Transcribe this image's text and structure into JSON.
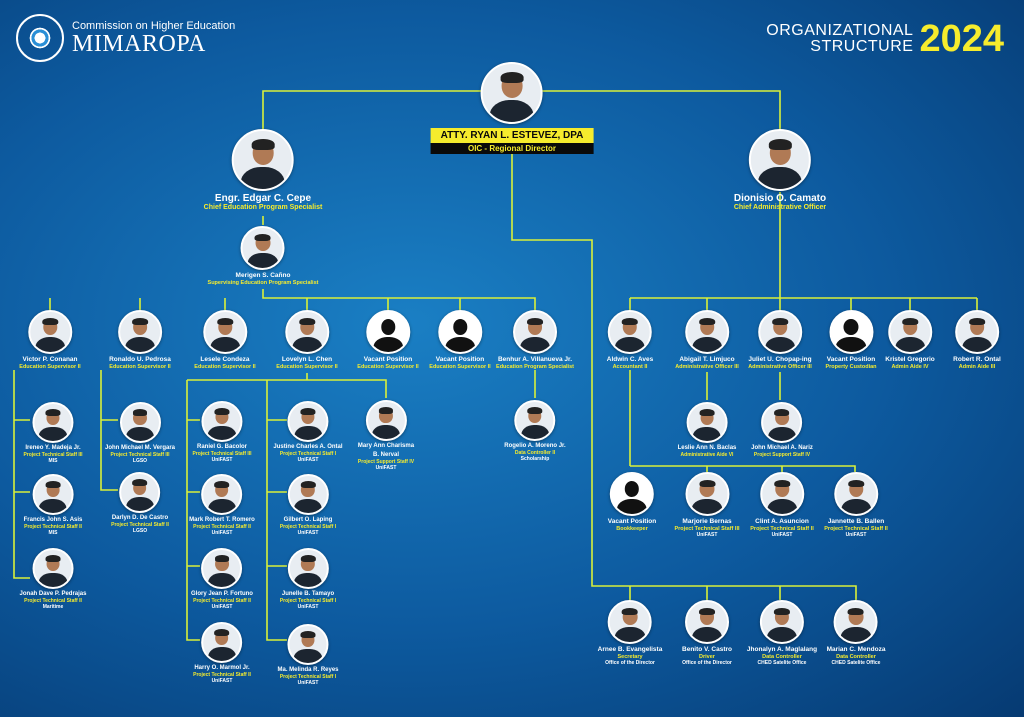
{
  "header": {
    "org_line1": "Commission on Higher Education",
    "org_line2": "MIMAROPA",
    "title_line1": "ORGANIZATIONAL",
    "title_line2": "STRUCTURE",
    "year": "2024"
  },
  "colors": {
    "background": "#0d5a9f",
    "line": "#d9f03a",
    "accent_yellow": "#f6ec2d",
    "black_band": "#0a0a0a"
  },
  "director": {
    "name": "ATTY. RYAN L. ESTEVEZ, DPA",
    "position": "OIC - Regional Director"
  },
  "heads": [
    {
      "name": "Engr. Edgar C. Cepe",
      "position": "Chief Education Program Specialist"
    },
    {
      "name": "Dionisio O. Camato",
      "position": "Chief Administrative Officer"
    }
  ],
  "supervising": {
    "name": "Merigen S. Cañno",
    "position": "Supervising Education Program Specialist"
  },
  "edu_row": [
    {
      "name": "Victor P. Conanan",
      "position": "Education Supervisor II"
    },
    {
      "name": "Ronaldo U. Pedrosa",
      "position": "Education Supervisor II"
    },
    {
      "name": "Lesele Condeza",
      "position": "Education Supervisor II"
    },
    {
      "name": "Lovelyn L. Chen",
      "position": "Education Supervisor II"
    },
    {
      "name": "Vacant Position",
      "position": "Education Supervisor II"
    },
    {
      "name": "Vacant Position",
      "position": "Education Supervisor II"
    },
    {
      "name": "Benhur A. Villanueva Jr.",
      "position": "Education Program Specialist"
    }
  ],
  "victor_staff": [
    {
      "name": "Ireneo Y. Madeja Jr.",
      "position": "Project Technical Staff III",
      "unit": "MIS"
    },
    {
      "name": "Francis John S. Asis",
      "position": "Project Technical Staff II",
      "unit": "MIS"
    },
    {
      "name": "Jonah Dave P. Pedrajas",
      "position": "Project Technical Staff II",
      "unit": "Maritime"
    }
  ],
  "ronaldo_staff": [
    {
      "name": "John Michael M. Vergara",
      "position": "Project Technical Staff III",
      "unit": "LGSO"
    },
    {
      "name": "Darlyn D. De Castro",
      "position": "Project Technical Staff II",
      "unit": "LGSO"
    }
  ],
  "unifast_col1": [
    {
      "name": "Raniel G. Bacolor",
      "position": "Project Technical Staff III",
      "unit": "UniFAST"
    },
    {
      "name": "Mark Robert T. Romero",
      "position": "Project Technical Staff II",
      "unit": "UniFAST"
    },
    {
      "name": "Glory Jean P. Fortuno",
      "position": "Project Technical Staff II",
      "unit": "UniFAST"
    },
    {
      "name": "Harry O. Marmol Jr.",
      "position": "Project Technical Staff II",
      "unit": "UniFAST"
    }
  ],
  "unifast_col2": [
    {
      "name": "Justine Charles A. Ontal",
      "position": "Project Technical Staff I",
      "unit": "UniFAST"
    },
    {
      "name": "Gilbert O. Laping",
      "position": "Project Technical Staff I",
      "unit": "UniFAST"
    },
    {
      "name": "Junelle B. Tamayo",
      "position": "Project Technical Staff I",
      "unit": "UniFAST"
    },
    {
      "name": "Ma. Melinda R. Reyes",
      "position": "Project Technical Staff I",
      "unit": "UniFAST"
    }
  ],
  "maryann": {
    "name_line1": "Mary Ann Charisma",
    "name_line2": "B. Nerval",
    "position": "Project Support Staff IV",
    "unit": "UniFAST"
  },
  "rogelio": {
    "name": "Rogelio A. Moreno Jr.",
    "position": "Data Controller II",
    "unit": "Scholarship"
  },
  "admin_row": [
    {
      "name": "Aldwin C. Aves",
      "position": "Accountant II"
    },
    {
      "name": "Abigail T. Limjuco",
      "position": "Administrative Officer III"
    },
    {
      "name": "Juliet U. Chopap-ing",
      "position": "Administrative Officer III"
    },
    {
      "name": "Vacant Position",
      "position": "Property Custodian"
    },
    {
      "name": "Kristel Gregorio",
      "position": "Admin Aide IV"
    },
    {
      "name": "Robert R. Ontal",
      "position": "Admin Aide III"
    }
  ],
  "admin_sub": [
    {
      "name": "Leslie Ann N. Baclas",
      "position": "Administrative Aide VI"
    },
    {
      "name": "John Michael A. Nariz",
      "position": "Project Support Staff IV"
    }
  ],
  "admin_staff": [
    {
      "name": "Vacant Position",
      "position": "Bookkeeper",
      "unit": ""
    },
    {
      "name": "Marjorie Bernas",
      "position": "Project Technical Staff III",
      "unit": "UniFAST"
    },
    {
      "name": "Clint A. Asuncion",
      "position": "Project Technical Staff II",
      "unit": "UniFAST"
    },
    {
      "name": "Jannette B. Ballen",
      "position": "Project Technical Staff II",
      "unit": "UniFAST"
    }
  ],
  "director_staff": [
    {
      "name": "Arnee B. Evangelista",
      "position": "Secretary",
      "unit": "Office of the Director"
    },
    {
      "name": "Benito V. Castro",
      "position": "Driver",
      "unit": "Office of the Director"
    },
    {
      "name": "Jhonalyn A. Maglalang",
      "position": "Data Controller",
      "unit": "CHED Satelite Office"
    },
    {
      "name": "Marian C. Mendoza",
      "position": "Data Controller",
      "unit": "CHED Satelite Office"
    }
  ]
}
